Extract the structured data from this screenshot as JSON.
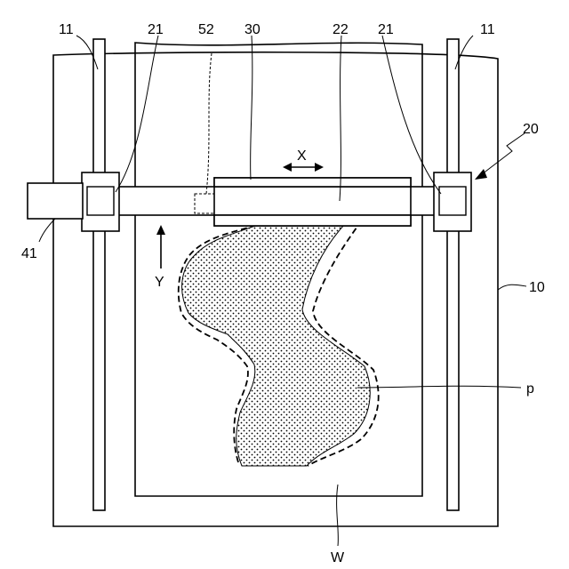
{
  "labels": {
    "frame_left_rail": "11",
    "frame_right_rail": "11",
    "slider_left": "21",
    "sensor": "52",
    "head": "30",
    "beam": "22",
    "slider_right": "21",
    "gantry": "20",
    "frame": "10",
    "motor": "41",
    "x_axis": "X",
    "y_axis": "Y",
    "pattern": "p",
    "workpiece": "W"
  },
  "colors": {
    "line": "#000000",
    "background": "#ffffff"
  }
}
